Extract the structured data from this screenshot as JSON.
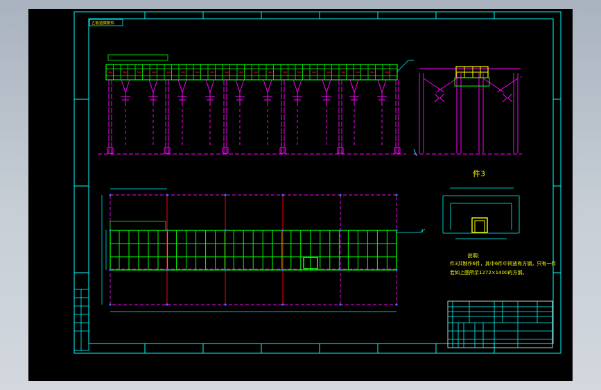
{
  "drawing": {
    "top_label": "乙轨道梁附件",
    "part_label": "件3",
    "marker_label": "J",
    "notes_title": "说明:",
    "notes_line1": "件3共制作6件，其中6件中间放有方钢，只有一件",
    "notes_line2": "若如上图所示1272×1400的方钢。"
  },
  "colors": {
    "background": "#000000",
    "frame": "#00ffff",
    "main": "#00ff00",
    "hidden": "#ff00ff",
    "accent": "#ff0000",
    "highlight": "#ffff00",
    "text": "#ffff00"
  }
}
